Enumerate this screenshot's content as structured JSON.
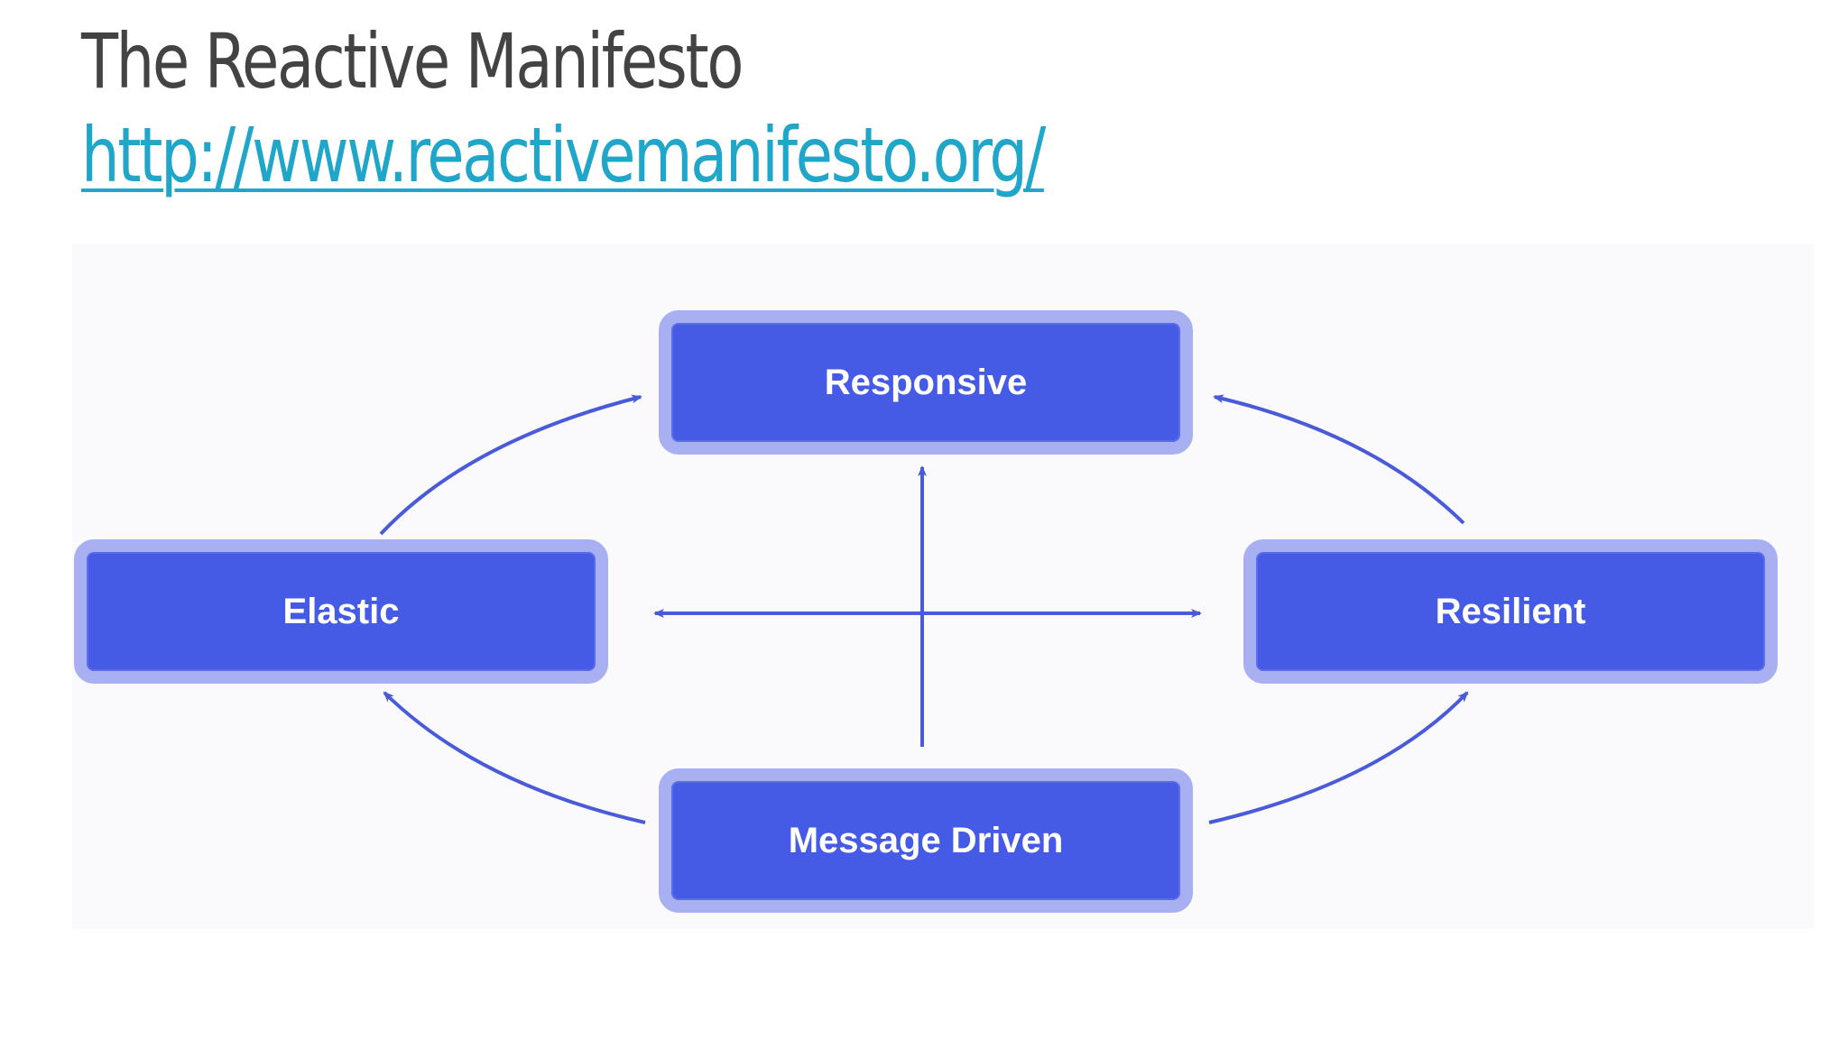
{
  "slide": {
    "title": "The Reactive Manifesto",
    "link": "http://www.reactivemanifesto.org/"
  },
  "diagram": {
    "nodes": {
      "responsive": "Responsive",
      "elastic": "Elastic",
      "resilient": "Resilient",
      "message_driven": "Message Driven"
    },
    "colors": {
      "node_fill": "#455ae5",
      "node_border": "#a8b0f1",
      "arrow": "#4a5bd9",
      "link": "#1fa6c9",
      "title": "#434343"
    }
  }
}
